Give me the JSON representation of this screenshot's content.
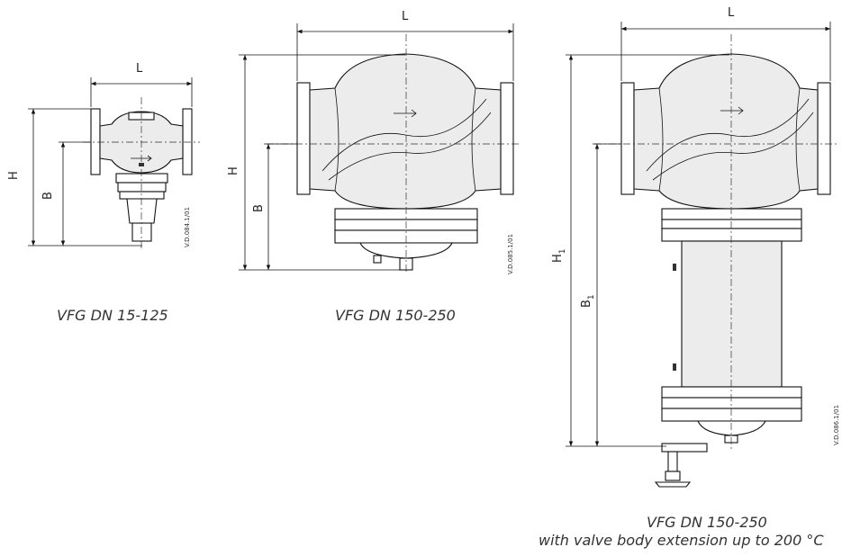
{
  "dimensions": {
    "L": "L",
    "H": "H",
    "B": "B",
    "H1": "H",
    "H1_sub": "1",
    "B1": "B",
    "B1_sub": "1"
  },
  "drawing_refs": {
    "small": "V.D.084.1/01",
    "medium": "V.D.085.1/01",
    "large": "V.D.086.1/01"
  },
  "captions": {
    "small": "VFG DN 15-125",
    "medium": "VFG DN 150-250",
    "large_line1": "VFG DN 150-250",
    "large_line2": "with valve body extension up to 200 °C"
  }
}
